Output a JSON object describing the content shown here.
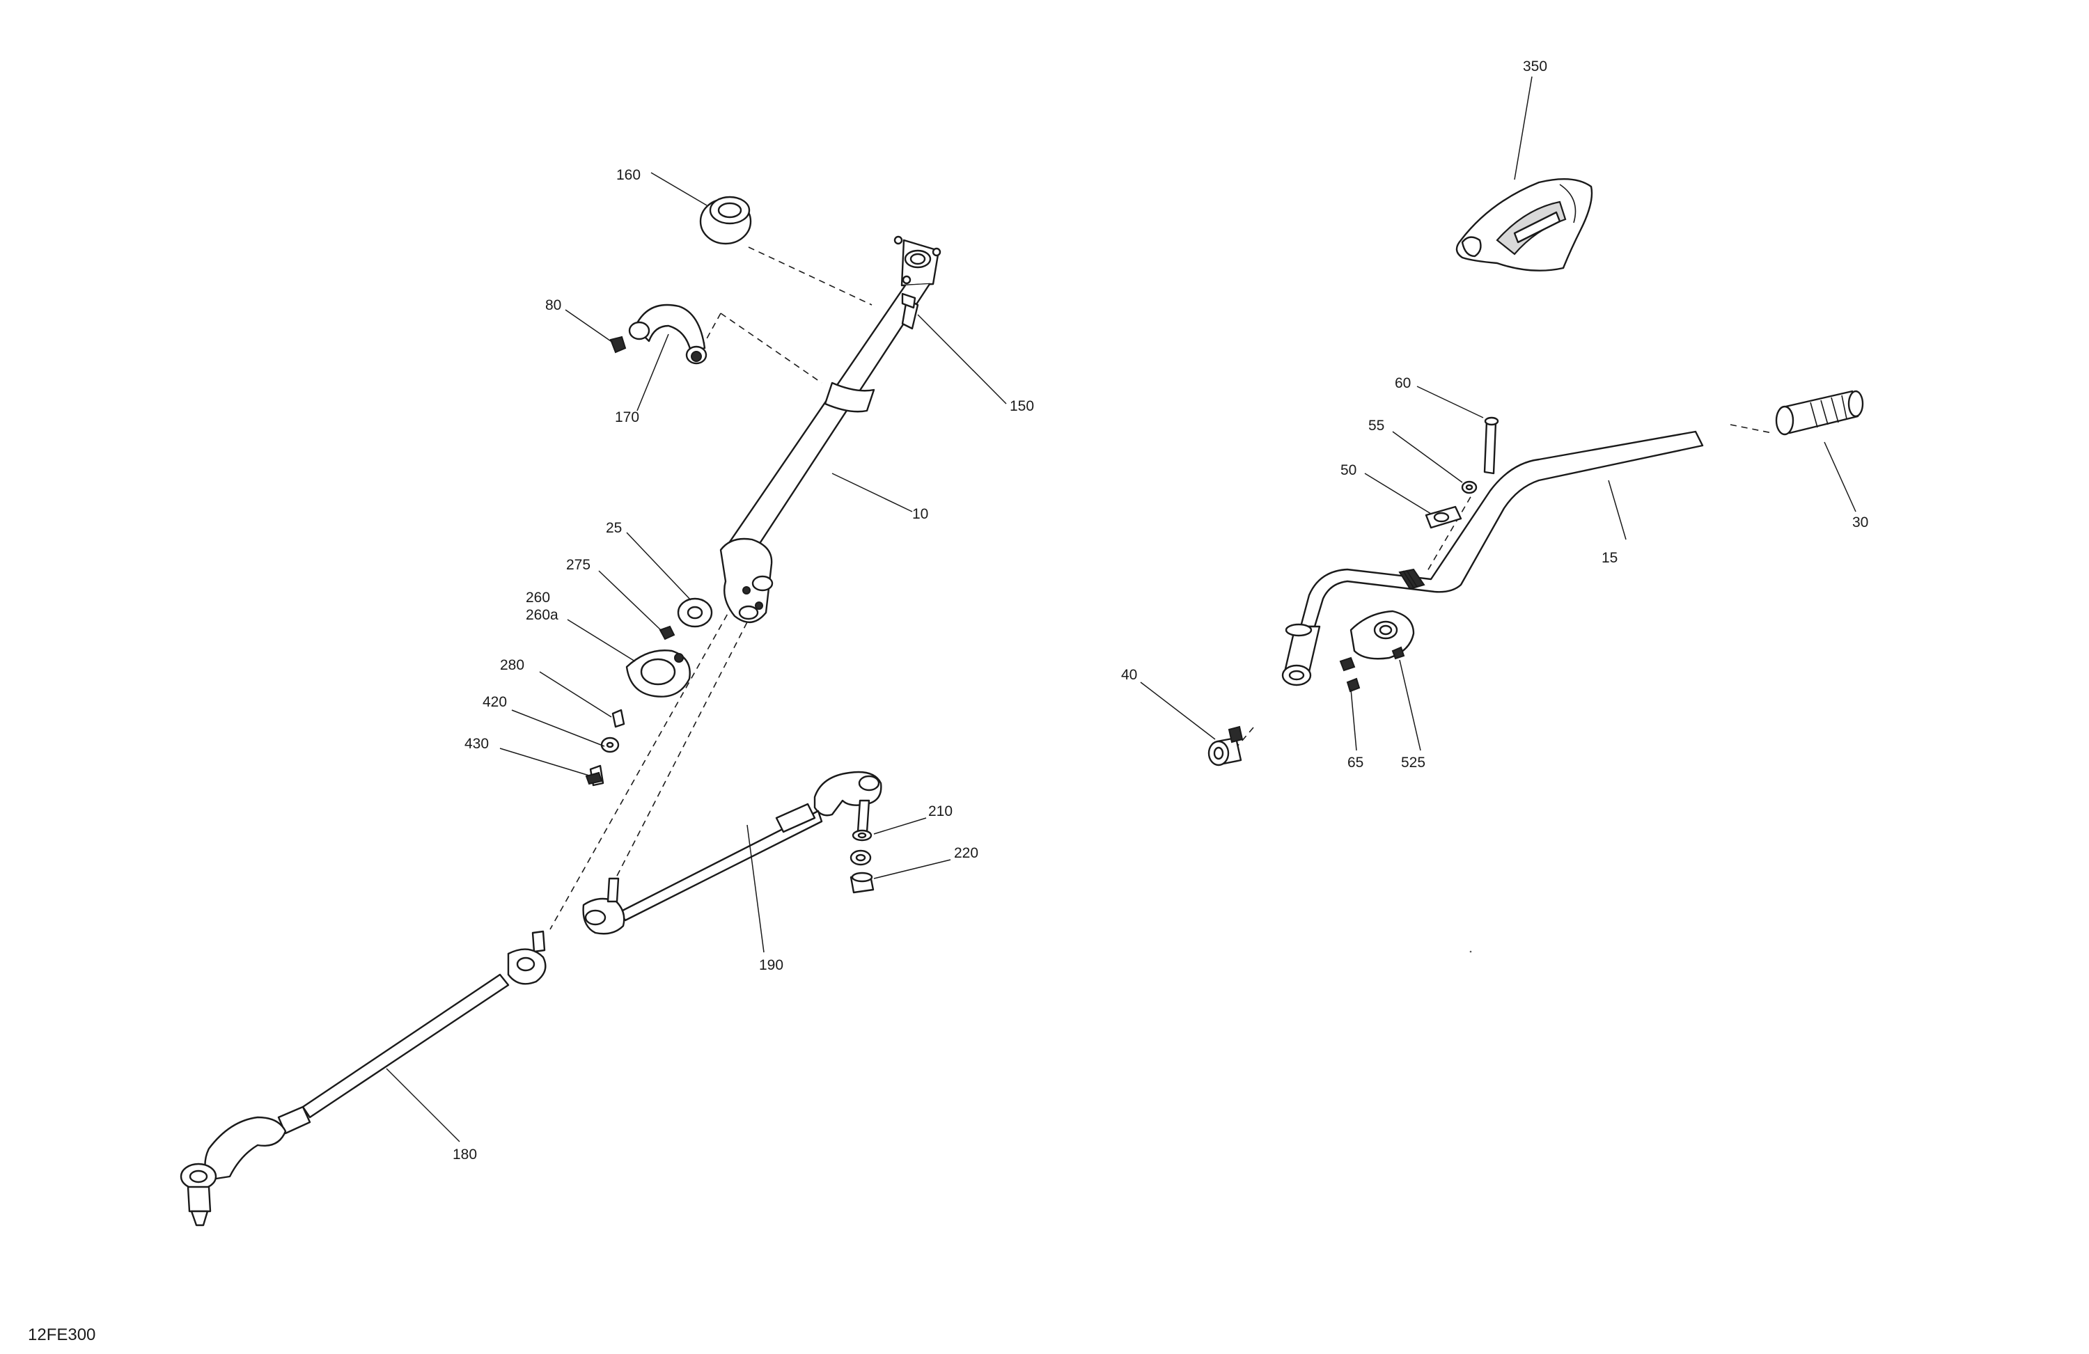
{
  "drawing_code": "12FE300",
  "callouts": {
    "c10": "10",
    "c15": "15",
    "c25": "25",
    "c30": "30",
    "c40": "40",
    "c50": "50",
    "c55": "55",
    "c60": "60",
    "c65": "65",
    "c80": "80",
    "c150": "150",
    "c160": "160",
    "c170": "170",
    "c180": "180",
    "c190": "190",
    "c210": "210",
    "c220": "220",
    "c260": "260",
    "c260a": "260a",
    "c275": "275",
    "c280": "280",
    "c350": "350",
    "c420": "420",
    "c430": "430",
    "c525": "525"
  }
}
